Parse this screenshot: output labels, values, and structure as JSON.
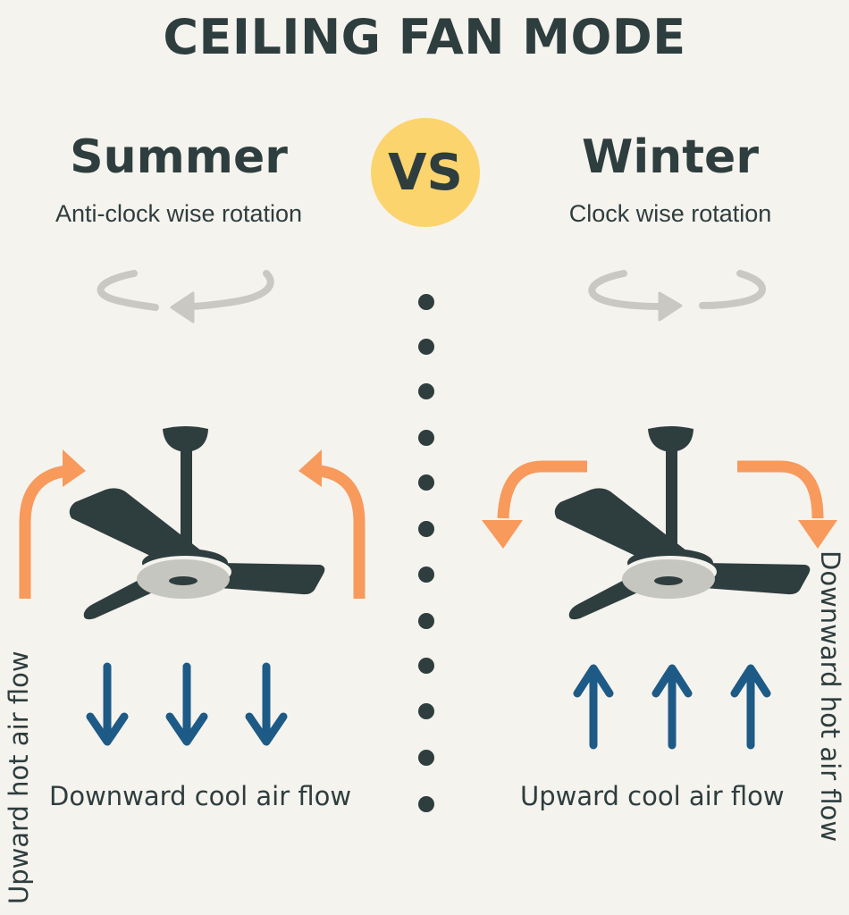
{
  "title": "CEILING FAN MODE",
  "vs_label": "VS",
  "colors": {
    "background": "#f5f3ee",
    "text": "#2e3d3e",
    "vs_badge": "#fbd46d",
    "hot_air_arrow": "#f79a5c",
    "cool_air_arrow": "#1e5a86",
    "rotation_arrow": "#c9c8c3",
    "fan_body": "#2e3d3e",
    "fan_hub": "#c6c6c0"
  },
  "summer": {
    "heading": "Summer",
    "rotation": "Anti-clock wise rotation",
    "rotation_icon": "counterclockwise-arrow-icon",
    "side_label": "Upward hot air flow",
    "bottom_label": "Downward cool air flow",
    "cool_arrow_direction": "down",
    "cool_arrow_count": 3,
    "hot_arrow_direction": "up-curving-inward"
  },
  "winter": {
    "heading": "Winter",
    "rotation": "Clock wise rotation",
    "rotation_icon": "clockwise-arrow-icon",
    "side_label": "Downward hot air flow",
    "bottom_label": "Upward cool air flow",
    "cool_arrow_direction": "up",
    "cool_arrow_count": 3,
    "hot_arrow_direction": "outward-curving-down"
  },
  "divider": {
    "dot_count": 12
  }
}
